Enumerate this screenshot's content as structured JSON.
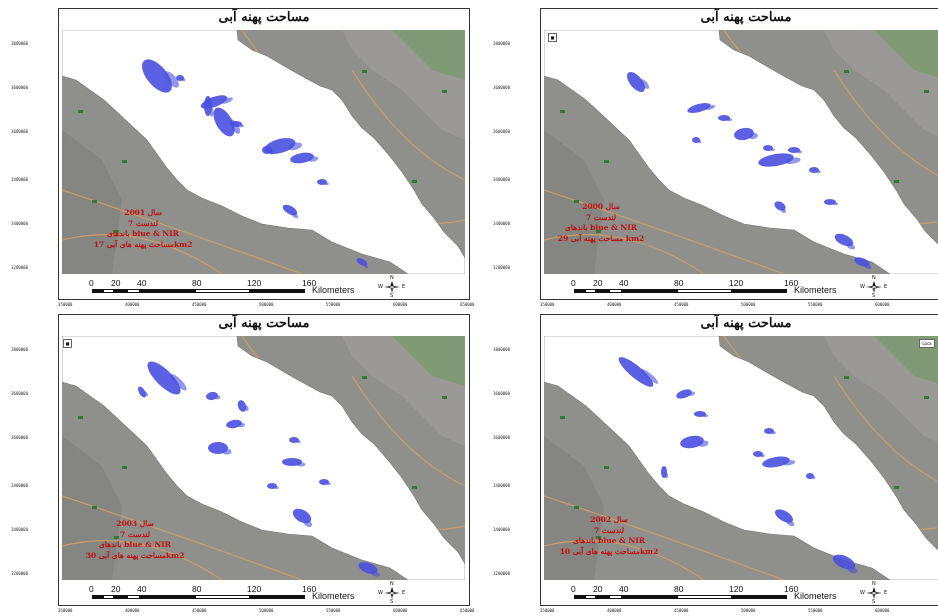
{
  "panels": [
    {
      "title": "مساحت پهنه آبی",
      "caption": [
        "سال 2001",
        "لندست 7",
        "باندهای blue & NIR",
        "مساحت پهنه های آبی 17km2"
      ],
      "corner_button": "",
      "lakes": "p1"
    },
    {
      "title": "مساحت پهنه آبی",
      "caption": [
        "سال 2000",
        "لندست 7",
        "باندهای blue & NIR",
        "مساحت پهنه آبی 29 km2"
      ],
      "corner_button": "",
      "lakes": "p2"
    },
    {
      "title": "مساحت پهنه آبی",
      "caption": [
        "سال 2003",
        "لندست 7",
        "باندهای blue & NIR",
        "مساحت پهنه های آبی 30km2"
      ],
      "corner_button": "",
      "lakes": "p3"
    },
    {
      "title": "مساحت پهنه آبی",
      "caption": [
        "سال 2002",
        "لندست 7",
        "باندهای blue & NIR",
        "مساحت پهنه های آبی 10km2"
      ],
      "corner_button": "Loca",
      "lakes": "p4"
    }
  ],
  "scale_bar": {
    "labels": [
      "0",
      "20",
      "40",
      "80",
      "120",
      "160"
    ],
    "unit": "Kilometers"
  },
  "north_arrow": {
    "n": "N",
    "s": "S",
    "e": "E",
    "w": "W"
  },
  "y_ticks": [
    "3800000",
    "3600000",
    "3600000",
    "3400000",
    "3400000",
    "3200000"
  ],
  "x_ticks": [
    "350000",
    "400000",
    "450000",
    "500000",
    "550000",
    "600000",
    "650000"
  ],
  "colors": {
    "water": "#4a50e0",
    "basemap_gray": "#8f8f8c",
    "study_area": "#ffffff",
    "caption_red": "#c01010",
    "roads": "#d8a060",
    "vegetation": "#6a9a5a"
  }
}
